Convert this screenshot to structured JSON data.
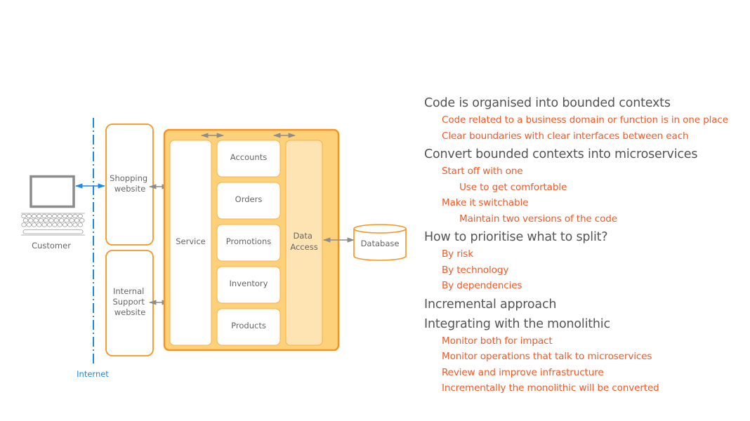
{
  "diagram": {
    "customer_label": "Customer",
    "internet_label": "Internet",
    "shopping_website": [
      "Shopping",
      "website"
    ],
    "internal_support_website": [
      "Internal",
      "Support",
      "website"
    ],
    "service_label": "Service",
    "modules": [
      "Accounts",
      "Orders",
      "Promotions",
      "Inventory",
      "Products"
    ],
    "data_access": [
      "Data",
      "Access"
    ],
    "database_label": "Database",
    "colors": {
      "orange": "#f7931e",
      "container_fill": "#fdd07a",
      "data_access_fill": "#fde4b2",
      "internet_blue": "#1a8ae5",
      "arrow_grey": "#8c8c8c",
      "text_grey": "#666666"
    }
  },
  "notes": {
    "sections": [
      {
        "heading": "Code is organised into bounded contexts",
        "items": [
          {
            "level": 1,
            "text": "Code related to a business domain or function is in one place"
          },
          {
            "level": 1,
            "text": "Clear boundaries with clear interfaces between each"
          }
        ]
      },
      {
        "heading": "Convert bounded contexts into microservices",
        "items": [
          {
            "level": 1,
            "text": "Start off with one"
          },
          {
            "level": 2,
            "text": "Use to get comfortable"
          },
          {
            "level": 1,
            "text": "Make it switchable"
          },
          {
            "level": 2,
            "text": "Maintain two versions of the code"
          }
        ]
      },
      {
        "heading": "How to prioritise what to split?",
        "items": [
          {
            "level": 1,
            "text": "By risk"
          },
          {
            "level": 1,
            "text": "By technology"
          },
          {
            "level": 1,
            "text": "By dependencies"
          }
        ]
      },
      {
        "heading": "Incremental approach",
        "items": []
      },
      {
        "heading": "Integrating with the monolithic",
        "items": [
          {
            "level": 1,
            "text": "Monitor both for impact"
          },
          {
            "level": 1,
            "text": "Monitor operations that talk to microservices"
          },
          {
            "level": 1,
            "text": "Review and improve infrastructure"
          },
          {
            "level": 1,
            "text": "Incrementally the monolithic will be converted"
          }
        ]
      }
    ],
    "colors": {
      "heading": "#545454",
      "bullet": "#f05a28"
    }
  }
}
